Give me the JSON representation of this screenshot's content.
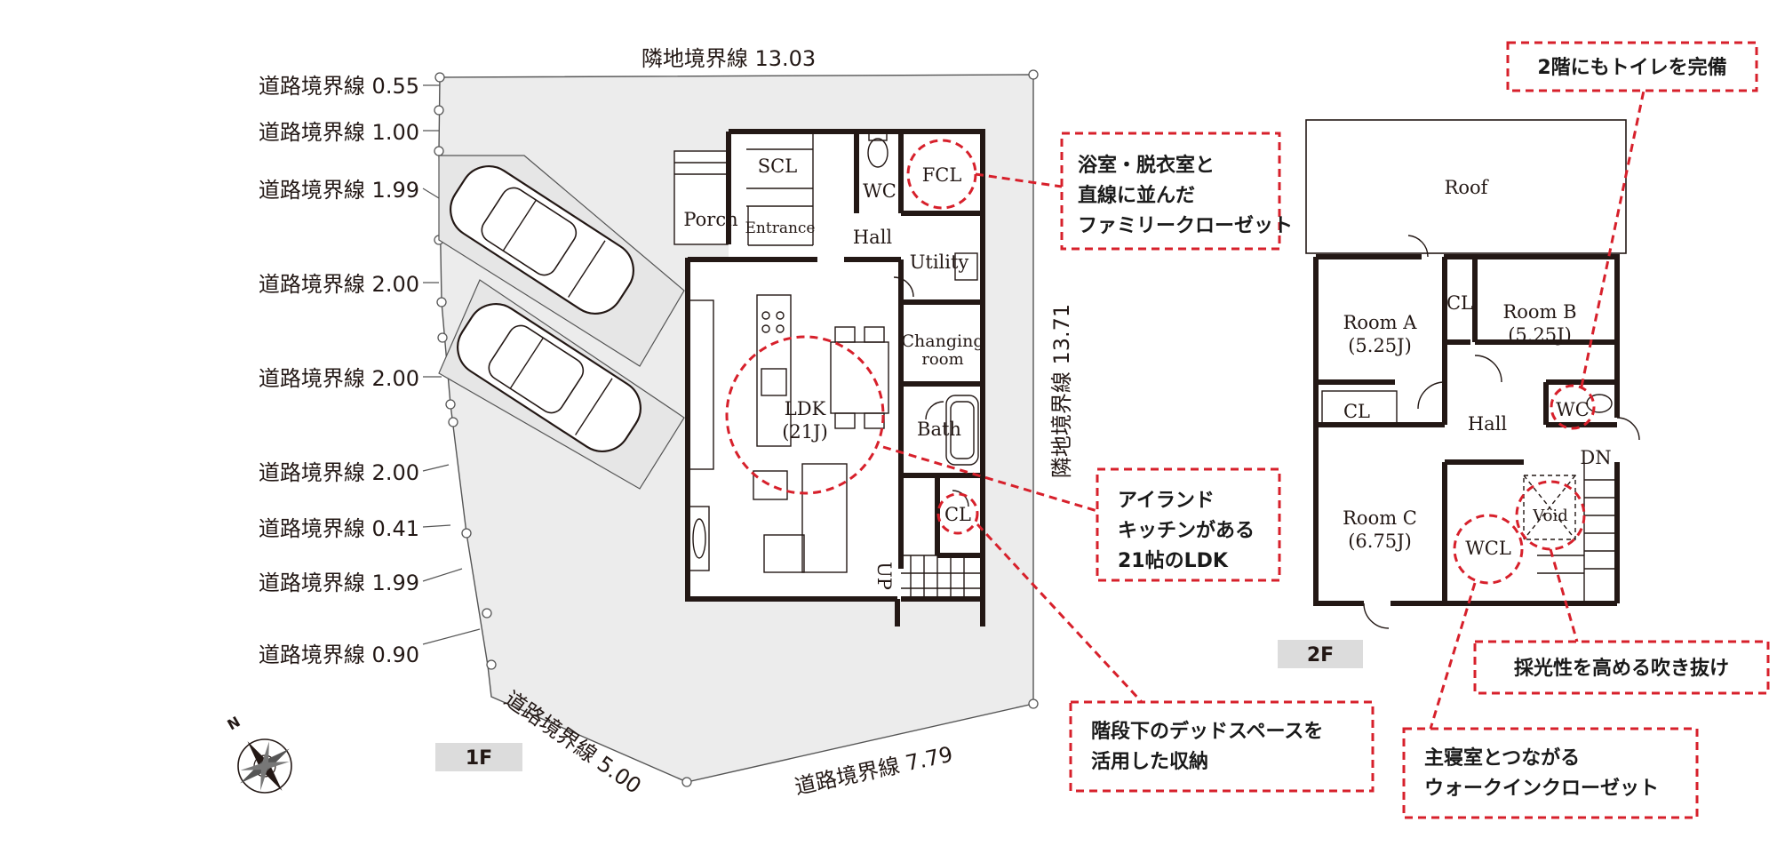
{
  "floor1": {
    "label": "1F",
    "rooms": {
      "scl": "SCL",
      "wc": "WC",
      "fcl": "FCL",
      "porch": "Porch",
      "entrance": "Entrance",
      "hall": "Hall",
      "utility": "Utility",
      "changing1": "Changing",
      "changing2": "room",
      "ldk1": "LDK",
      "ldk2": "(21J)",
      "bath": "Bath",
      "cl": "CL",
      "up": "UP"
    }
  },
  "floor2": {
    "label": "2F",
    "rooms": {
      "roof": "Roof",
      "room_a": "Room A",
      "room_a_size": "(5.25J)",
      "room_b": "Room B",
      "room_b_size": "(5.25J)",
      "cl_left": "CL",
      "cl_top": "CL",
      "hall": "Hall",
      "wc": "WC",
      "dn": "DN",
      "room_c": "Room C",
      "room_c_size": "(6.75J)",
      "wcl": "WCL",
      "void": "Void"
    }
  },
  "boundaries": {
    "neighbor_top": "隣地境界線 13.03",
    "neighbor_right": "隣地境界線 13.71",
    "road": [
      "道路境界線 0.55",
      "道路境界線 1.00",
      "道路境界線 1.99",
      "道路境界線 2.00",
      "道路境界線 2.00",
      "道路境界線 2.00",
      "道路境界線 0.41",
      "道路境界線 1.99",
      "道路境界線 0.90"
    ],
    "road_bottom_left": "道路境界線 5.00",
    "road_bottom_right": "道路境界線 7.79"
  },
  "compass": "N",
  "annotations": {
    "fcl": [
      "浴室・脱衣室と",
      "直線に並んだ",
      "ファミリークローゼット"
    ],
    "ldk": [
      "アイランド",
      "キッチンがある",
      "21帖のLDK"
    ],
    "stairs": [
      "階段下のデッドスペースを",
      "活用した収納"
    ],
    "toilet": "2階にもトイレを完備",
    "void": "採光性を高める吹き抜け",
    "wcl": [
      "主寝室とつながる",
      "ウォークインクローゼット"
    ]
  },
  "colors": {
    "accent": "#d7202b",
    "site_fill": "#ececec",
    "wall": "#231815",
    "tag": "#dcdcdc"
  }
}
